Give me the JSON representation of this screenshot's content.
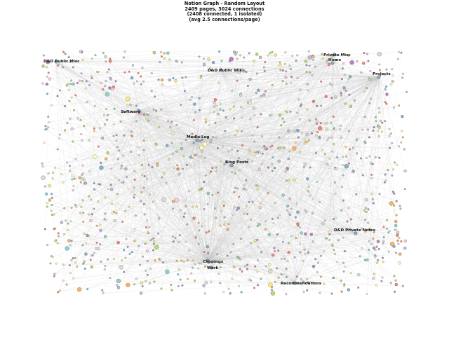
{
  "title": {
    "line1": "Notion Graph - Random Layout",
    "line2": "2409 pages, 3024 connections",
    "line3": "(2408 connected, 1 isolated)",
    "line4": "(avg 2.5 connections/page)"
  },
  "hubs": [
    {
      "id": "dnd-public-misc",
      "label": "D&D Public Misc"
    },
    {
      "id": "private-misc",
      "label": "Private Misc"
    },
    {
      "id": "home",
      "label": "Home"
    },
    {
      "id": "dnd-public-wiki",
      "label": "D&D Public Wiki"
    },
    {
      "id": "projects",
      "label": "Projects"
    },
    {
      "id": "software",
      "label": "Software"
    },
    {
      "id": "media-log",
      "label": "Media Log"
    },
    {
      "id": "blog-posts",
      "label": "Blog Posts"
    },
    {
      "id": "dnd-private-notes",
      "label": "D&D Private Notes"
    },
    {
      "id": "clippings",
      "label": "Clippings"
    },
    {
      "id": "work",
      "label": "Work"
    },
    {
      "id": "recommendations",
      "label": "Recommendations"
    }
  ],
  "node_palette": [
    "#8dd3c7",
    "#ffffb3",
    "#bebada",
    "#fb8072",
    "#80b1d3",
    "#fdb462",
    "#b3de69",
    "#fccde5",
    "#d9d9d9",
    "#bc80bd",
    "#ccebc5",
    "#ffed6f"
  ],
  "edge_color": "#c8c8c8"
}
